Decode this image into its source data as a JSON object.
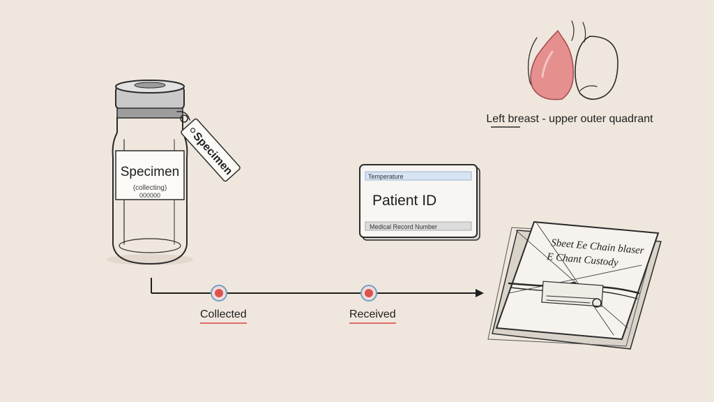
{
  "vial": {
    "label_title": "Specimen",
    "label_line_1": "(collecting)",
    "label_line_2": "000000",
    "tag_text": "Specimen"
  },
  "anatomy": {
    "caption": "Left breast - upper outer quadrant"
  },
  "patient_card": {
    "header": "Temperature",
    "title": "Patient ID",
    "footer": "Medical Record Number"
  },
  "custody_doc": {
    "line_1": "Sbeet Ee Chain blaser",
    "line_2": "E Chant Custody"
  },
  "timeline": {
    "steps": [
      {
        "label": "Collected"
      },
      {
        "label": "Received"
      }
    ]
  },
  "colors": {
    "background": "#efe7dd",
    "accent_red": "#e06a6a",
    "ink": "#2a2a2a"
  }
}
